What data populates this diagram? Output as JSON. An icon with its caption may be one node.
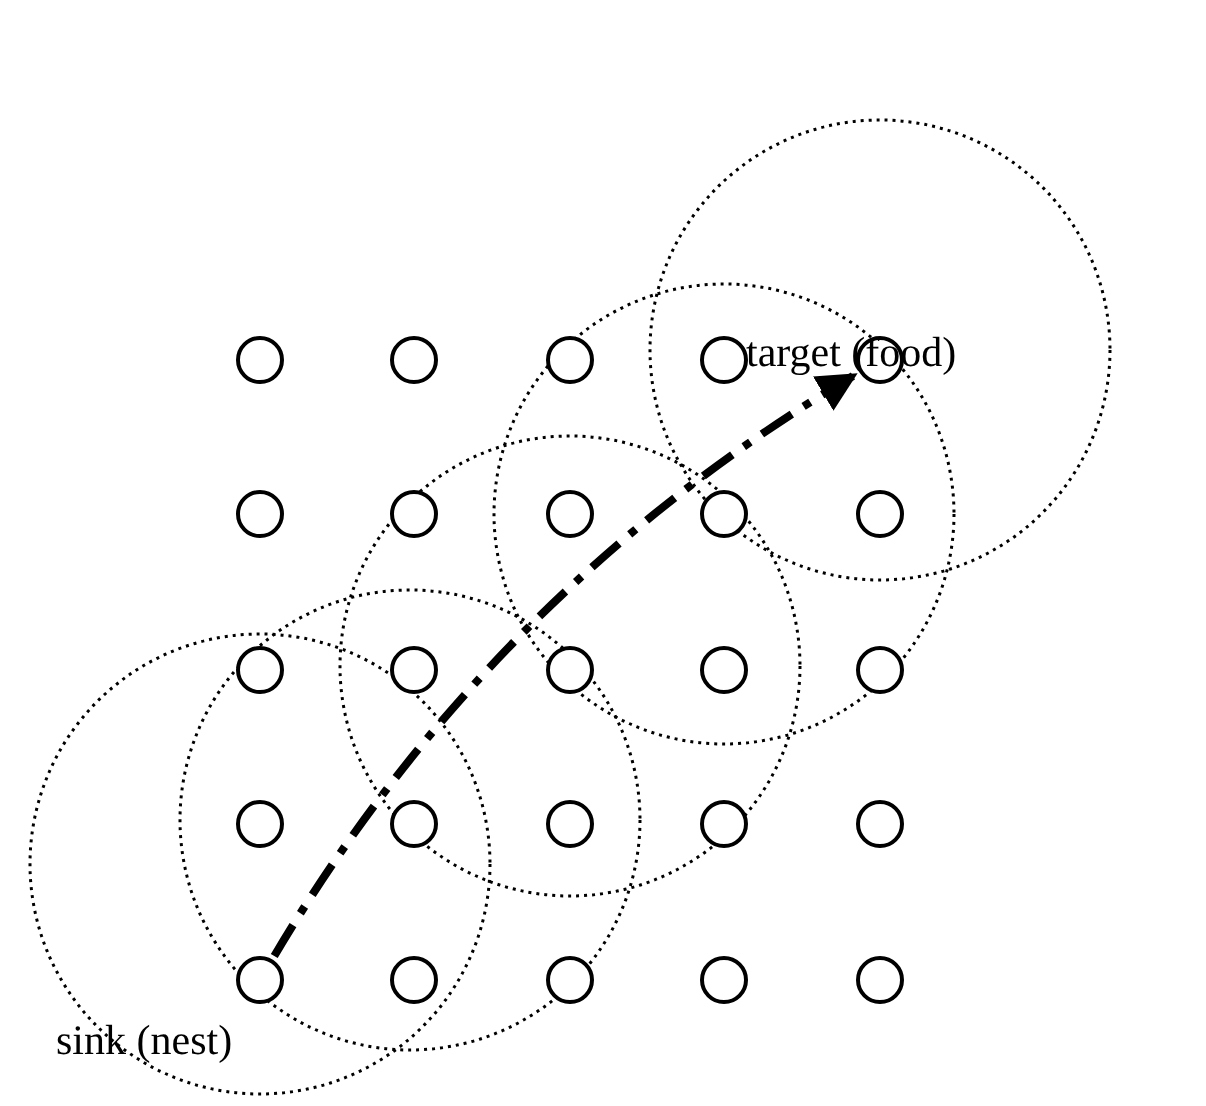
{
  "diagram": {
    "nodes": [
      {
        "text": [],
        "shape": "circle"
      },
      {
        "text": [],
        "shape": "circle"
      },
      {
        "text": [],
        "shape": "circle"
      },
      {
        "text": [],
        "shape": "circle"
      },
      {
        "text": [],
        "shape": "circle",
        "beside": [
          "target (food)"
        ]
      },
      {
        "text": [],
        "shape": "circle"
      },
      {
        "text": [],
        "shape": "circle"
      },
      {
        "text": [],
        "shape": "circle"
      },
      {
        "text": [],
        "shape": "circle"
      },
      {
        "text": [],
        "shape": "circle"
      },
      {
        "text": [],
        "shape": "circle"
      },
      {
        "text": [],
        "shape": "circle"
      },
      {
        "text": [],
        "shape": "circle"
      },
      {
        "text": [],
        "shape": "circle"
      },
      {
        "text": [],
        "shape": "circle"
      },
      {
        "text": [],
        "shape": "circle"
      },
      {
        "text": [],
        "shape": "circle"
      },
      {
        "text": [],
        "shape": "circle"
      },
      {
        "text": [],
        "shape": "circle"
      },
      {
        "text": [],
        "shape": "circle"
      },
      {
        "text": [],
        "shape": "circle",
        "beside": [
          "sink (nest)"
        ]
      },
      {
        "text": [],
        "shape": "circle"
      },
      {
        "text": [],
        "shape": "circle"
      },
      {
        "text": [],
        "shape": "circle"
      },
      {
        "text": [],
        "shape": "circle"
      }
    ],
    "edges": [
      {
        "from": 20,
        "to": 4,
        "arrow": "to",
        "style": "dashed"
      }
    ]
  }
}
